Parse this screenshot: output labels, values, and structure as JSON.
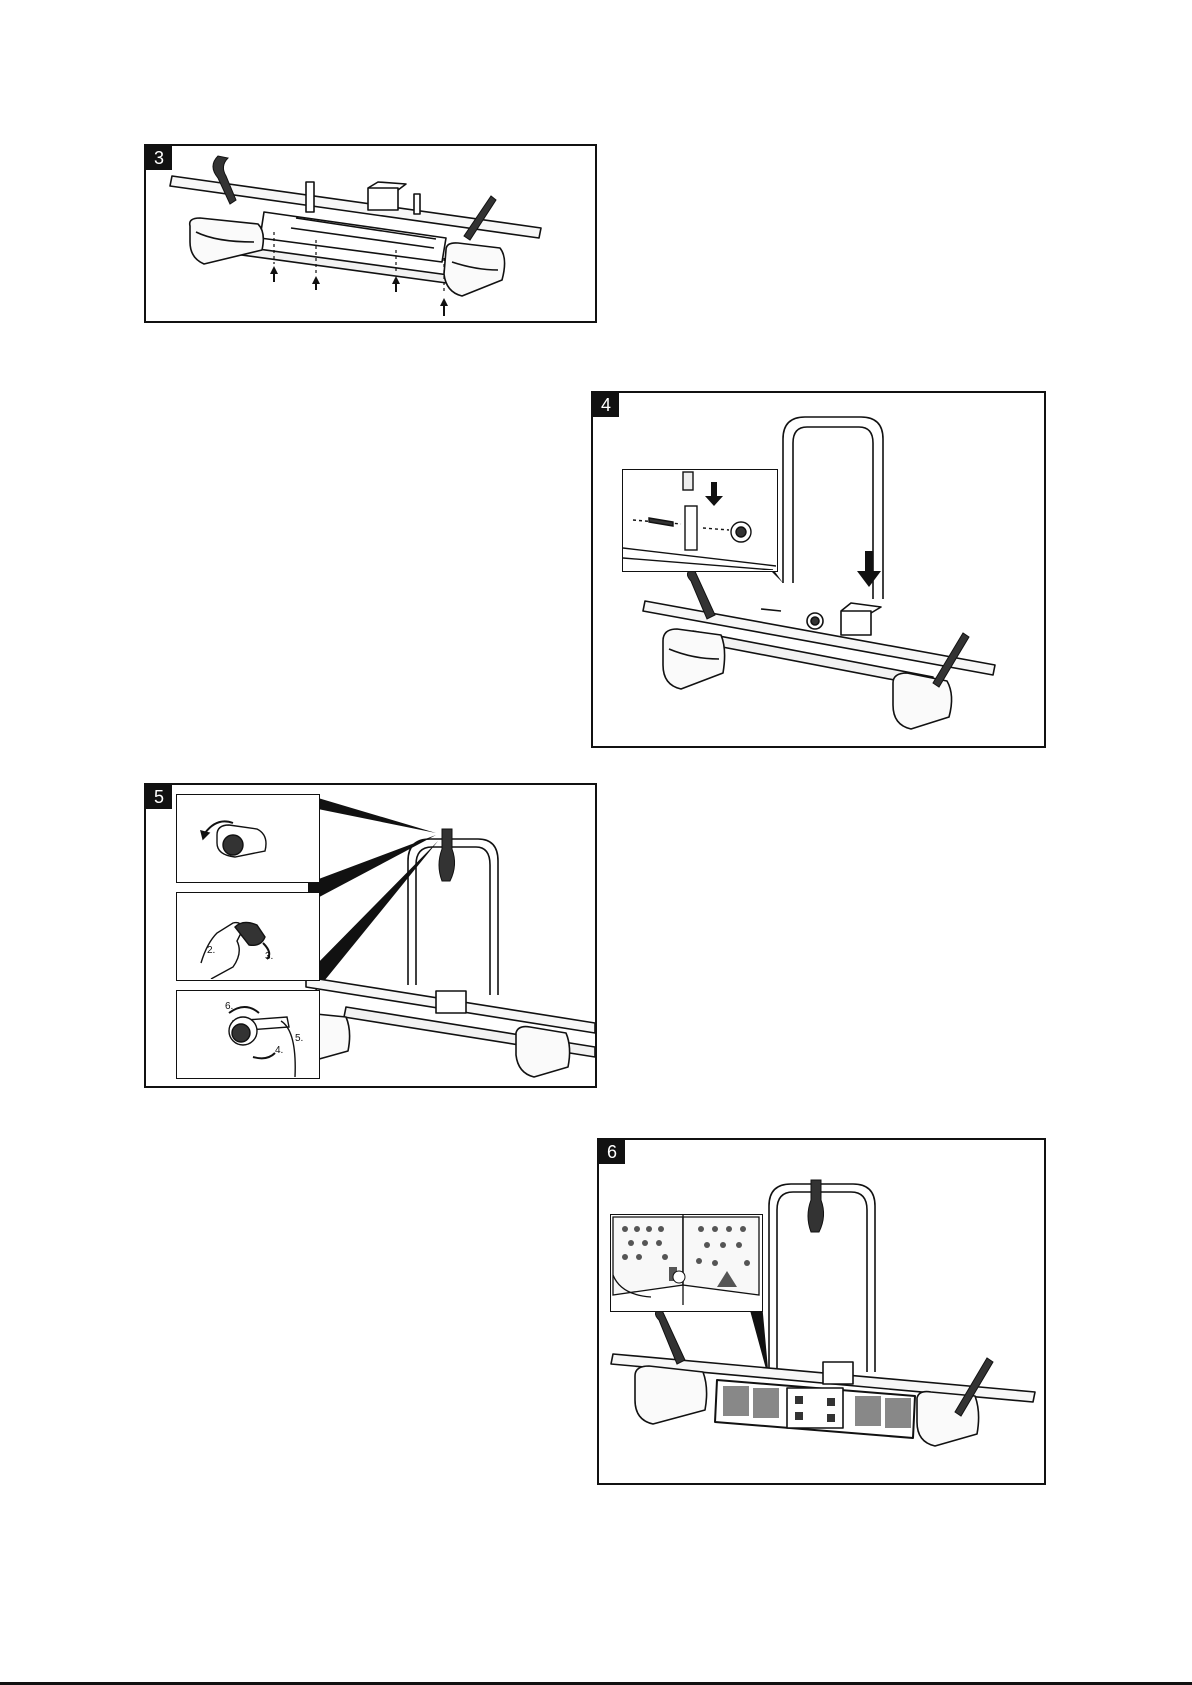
{
  "steps": [
    {
      "number": "3"
    },
    {
      "number": "4"
    },
    {
      "number": "5",
      "sub_labels": [
        "2.",
        "3.",
        "6.",
        "4.",
        "5."
      ]
    },
    {
      "number": "6"
    }
  ]
}
